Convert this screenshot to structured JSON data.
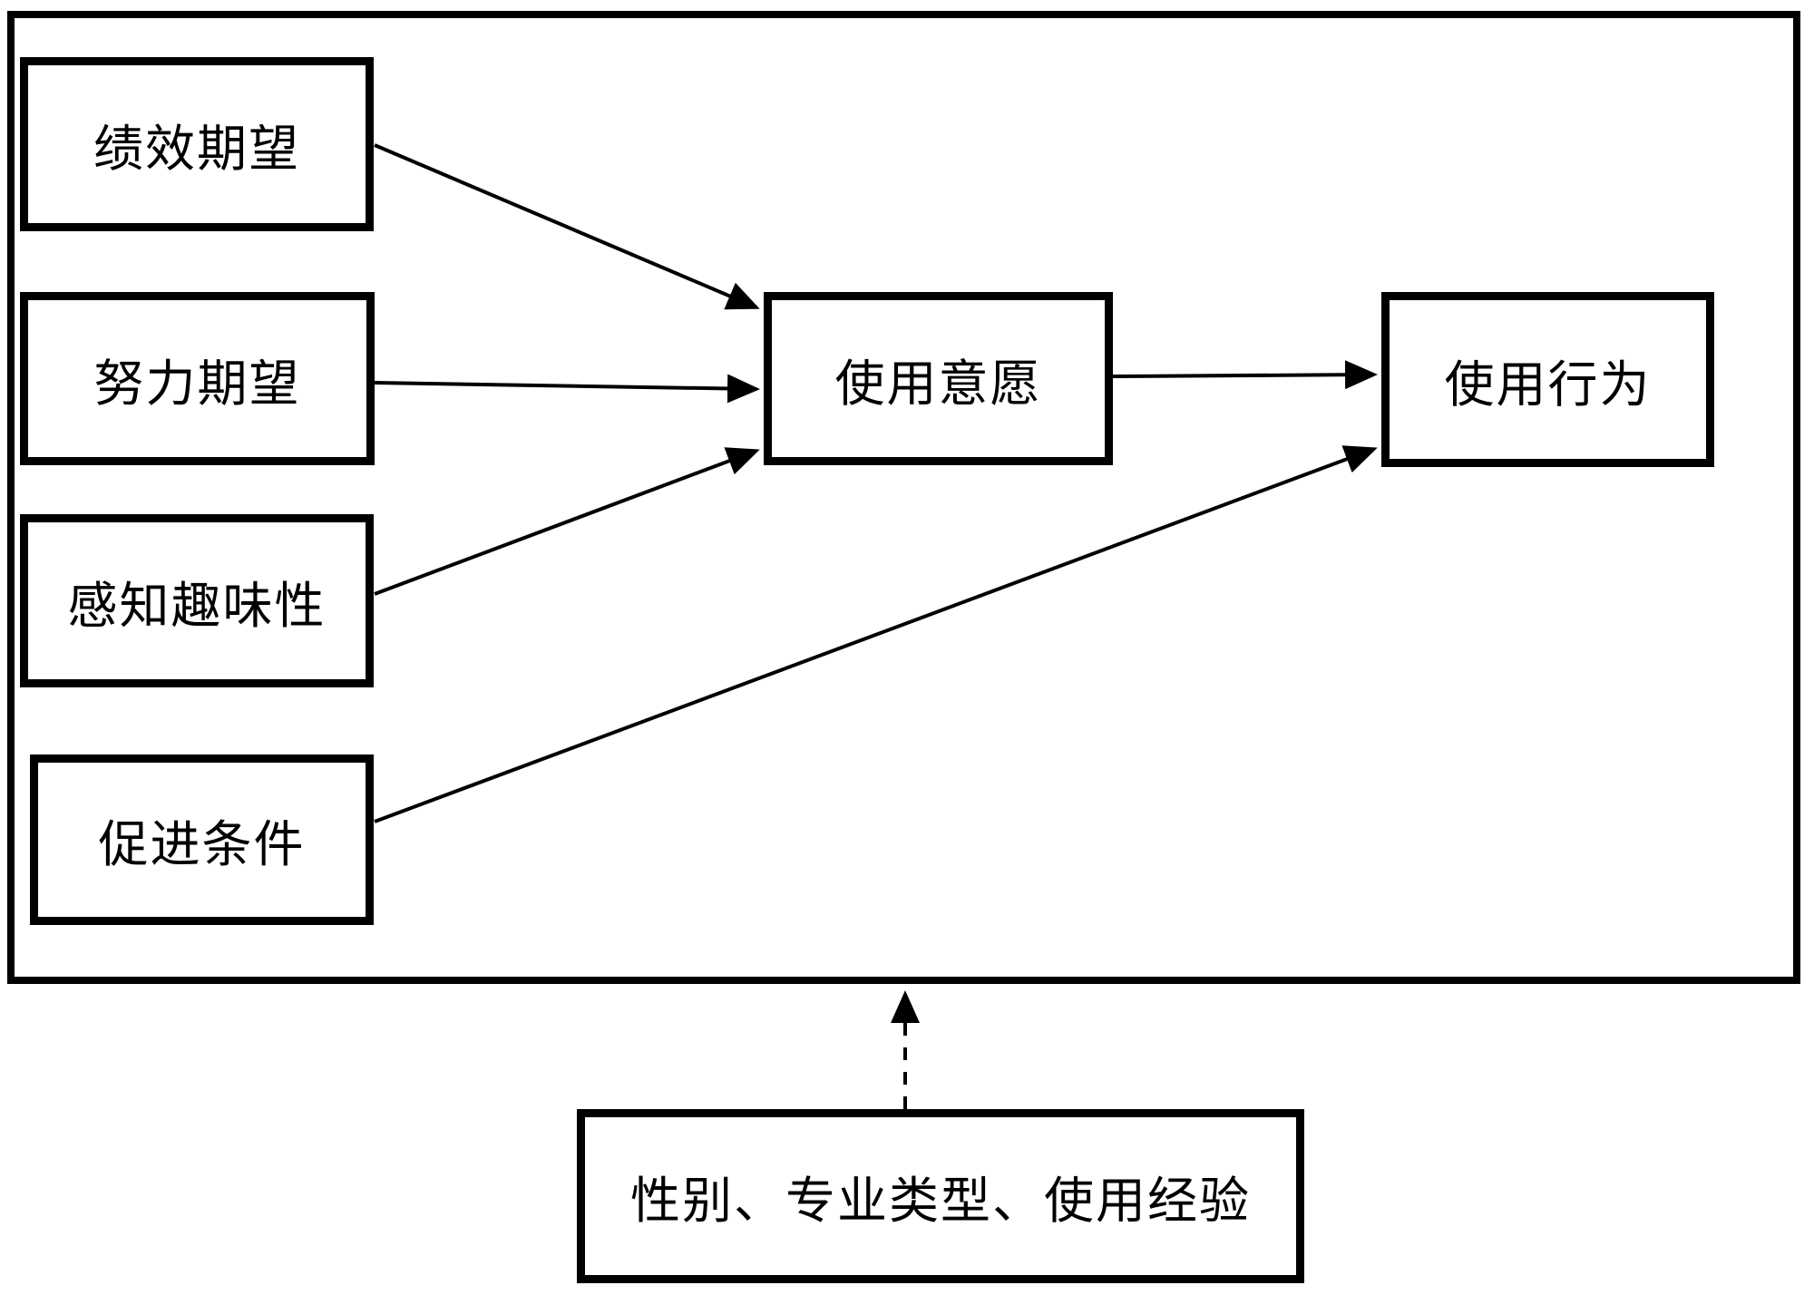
{
  "diagram": {
    "background_color": "#ffffff",
    "line_color": "#000000",
    "nodes": [
      {
        "id": "performance",
        "label": "绩效期望"
      },
      {
        "id": "effort",
        "label": "努力期望"
      },
      {
        "id": "playfulness",
        "label": "感知趣味性"
      },
      {
        "id": "facilitating",
        "label": "促进条件"
      },
      {
        "id": "intention",
        "label": "使用意愿"
      },
      {
        "id": "behavior",
        "label": "使用行为"
      },
      {
        "id": "moderators",
        "label": "性别、专业类型、使用经验"
      }
    ],
    "edges": [
      {
        "from": "performance",
        "to": "intention",
        "style": "solid",
        "arrow": true
      },
      {
        "from": "effort",
        "to": "intention",
        "style": "solid",
        "arrow": true
      },
      {
        "from": "playfulness",
        "to": "intention",
        "style": "solid",
        "arrow": true
      },
      {
        "from": "facilitating",
        "to": "behavior",
        "style": "solid",
        "arrow": true
      },
      {
        "from": "intention",
        "to": "behavior",
        "style": "solid",
        "arrow": true
      },
      {
        "from": "moderators",
        "to": "model-boundary",
        "style": "dashed",
        "arrow": true
      }
    ]
  }
}
